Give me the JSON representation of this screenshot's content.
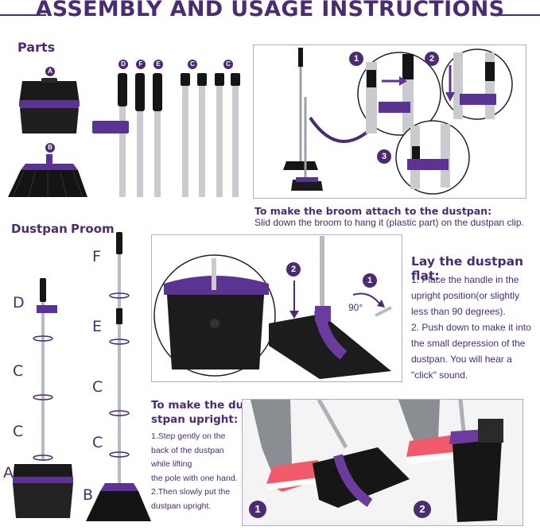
{
  "title": "ASSEMBLY AND USAGE INSTRUCTIONS",
  "parts": {
    "heading": "Parts",
    "label_a": "A",
    "label_b": "B",
    "pole_labels": [
      "D",
      "F",
      "E",
      "C",
      "C"
    ]
  },
  "attach": {
    "heading": "To make the broom attach to the dustpan:",
    "text": "Slid down the broom to hang it (plastic part) on the dustpan clip.",
    "steps": [
      "1",
      "2",
      "3"
    ]
  },
  "assembly": {
    "dustpan_heading": "Dustpan",
    "broom_heading": "Proom",
    "dustpan_labels": [
      "D",
      "C",
      "C",
      "A"
    ],
    "broom_labels": [
      "F",
      "E",
      "C",
      "C",
      "B"
    ]
  },
  "lay_flat": {
    "heading": "Lay the dustpan flat:",
    "lines": [
      "1. Place the handle in the",
      "upright position(or slightly",
      "less than 90 degrees).",
      "2. Push down to make it into",
      "the small depression of the",
      "dustpan. You will hear a",
      "\"click\" sound."
    ],
    "angle": "90°",
    "steps": [
      "1",
      "2"
    ]
  },
  "upright": {
    "heading_line1": "To make the du",
    "heading_line2": "stpan upright:",
    "lines": [
      "1.Step gently on the",
      "back of the dustpan",
      "while lifting",
      "the pole with one hand.",
      "2.Then slowly put the",
      "dustpan upright."
    ],
    "steps": [
      "1",
      "2"
    ]
  },
  "colors": {
    "brand_purple": "#4b2c72",
    "accent_purple": "#6a3c9e",
    "black": "#1a1a1a",
    "steel": "#c9cbcf"
  }
}
